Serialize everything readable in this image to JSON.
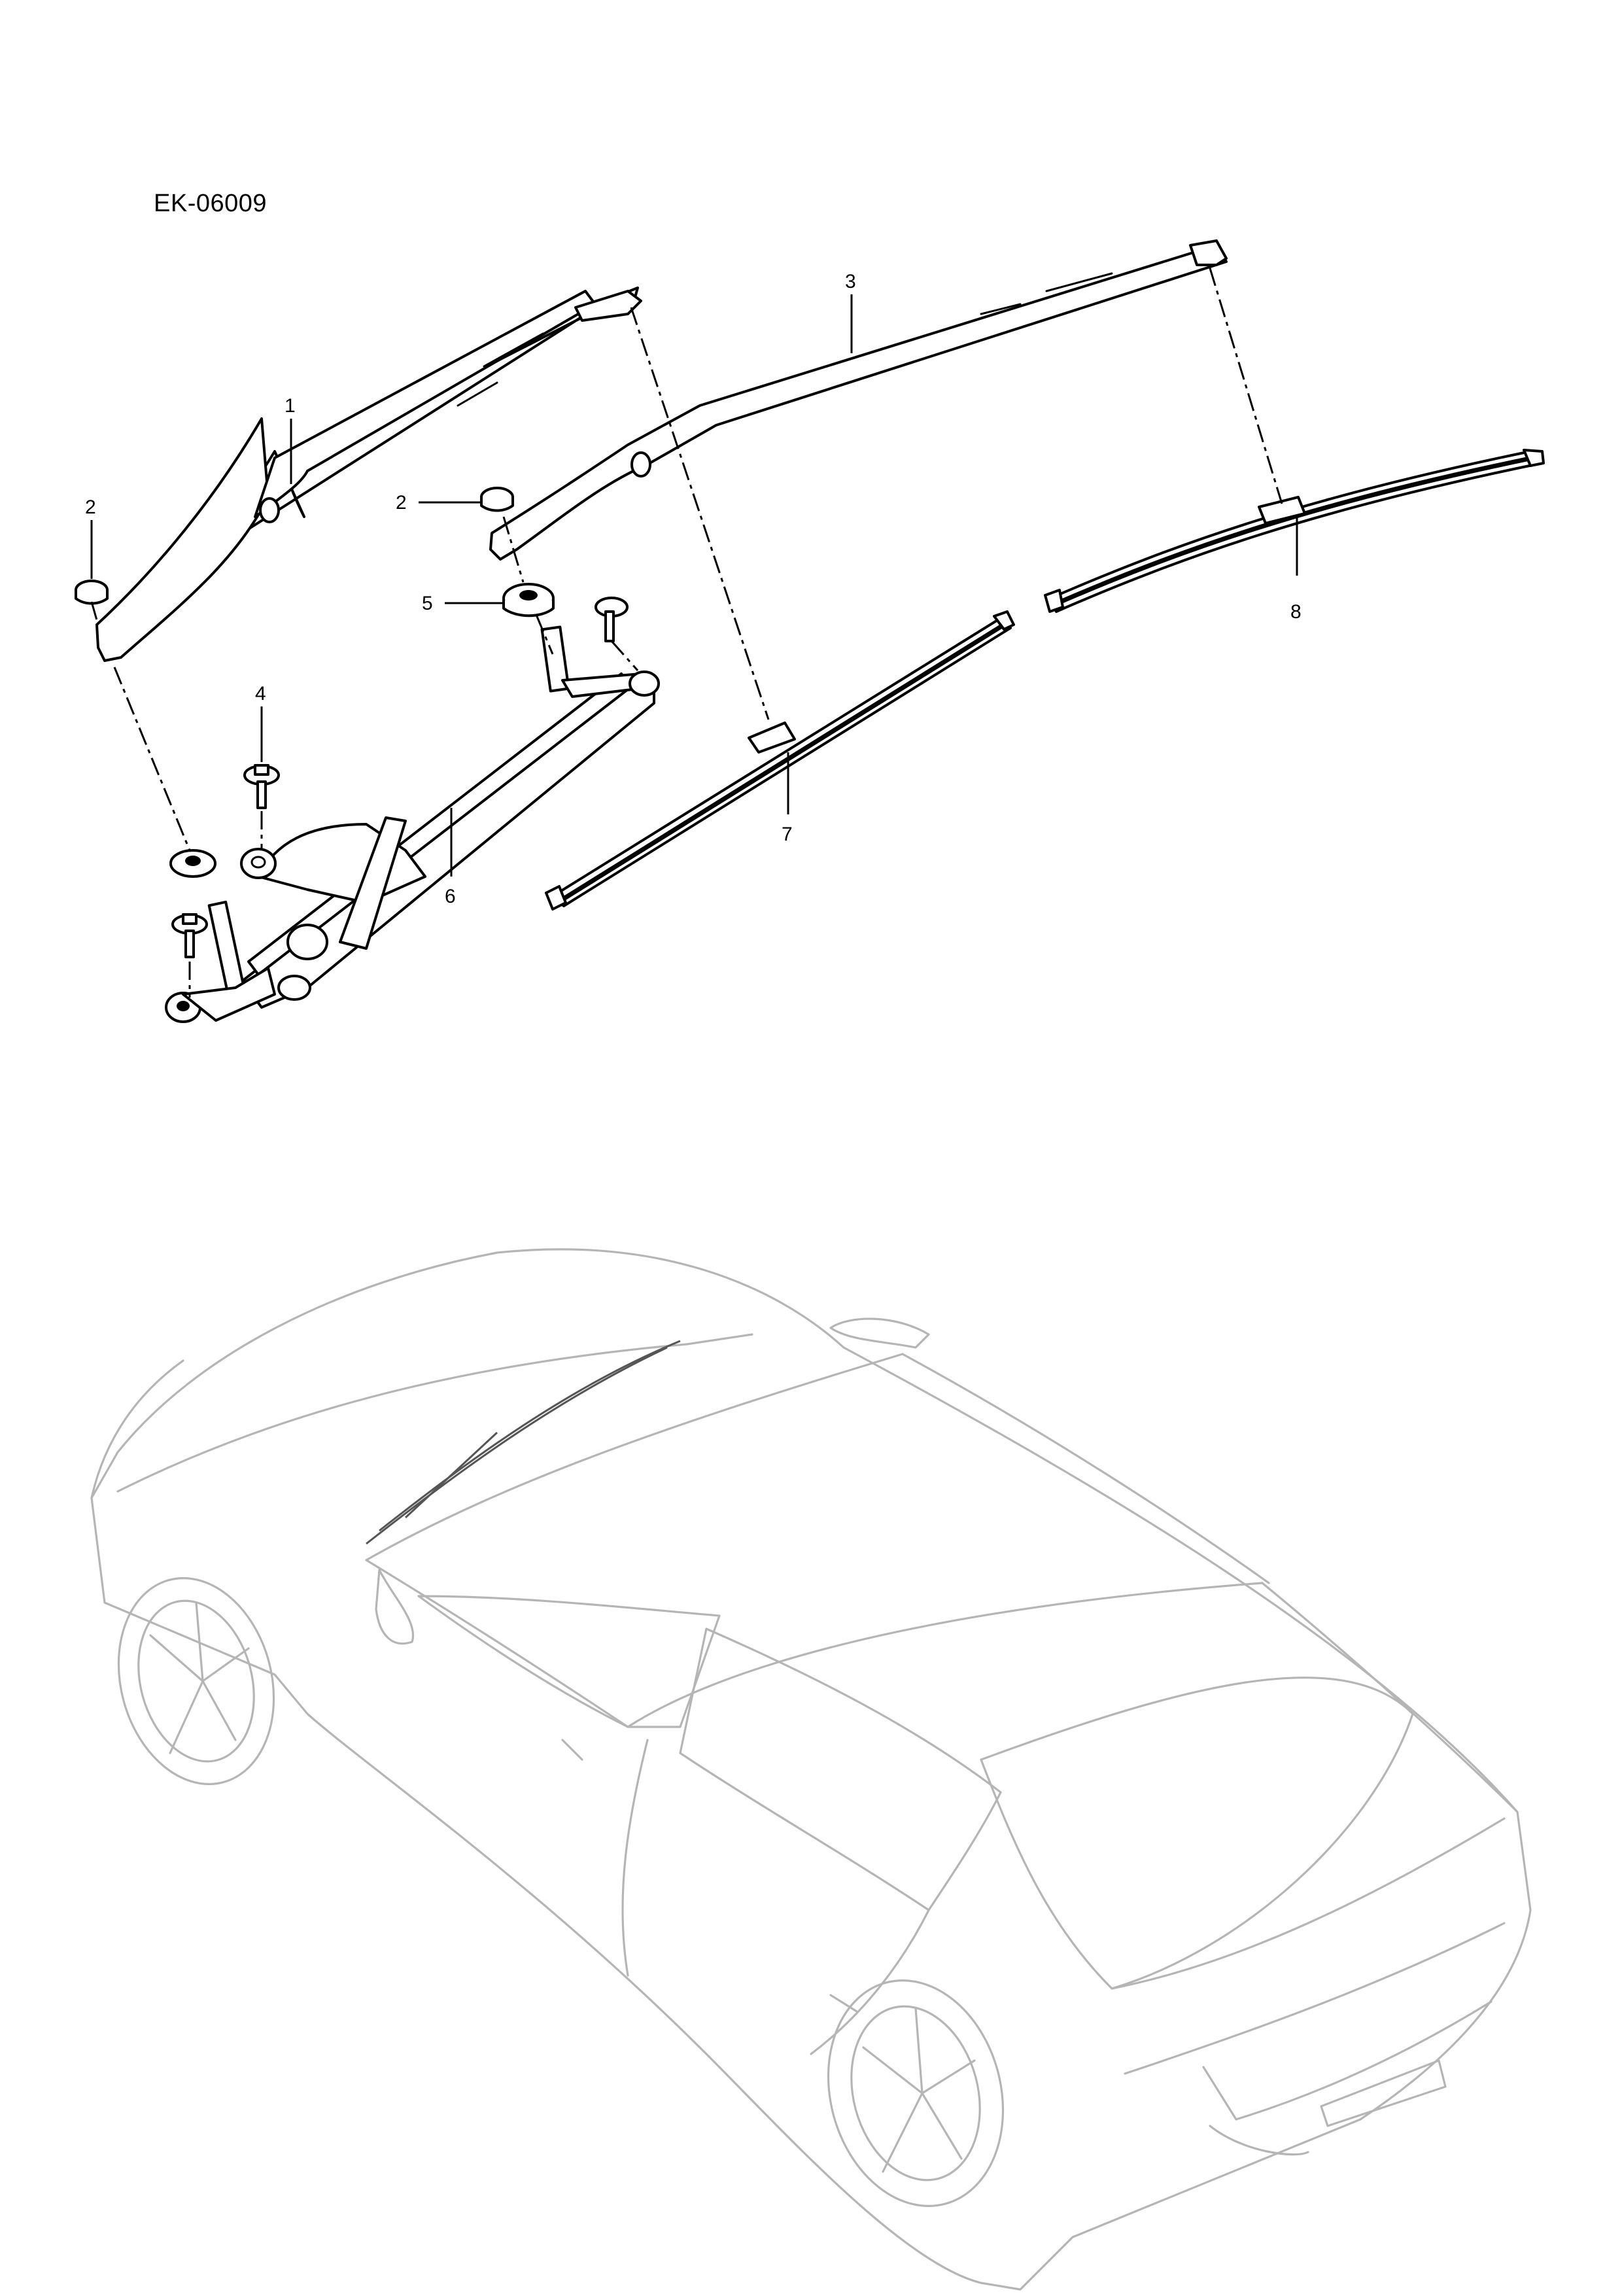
{
  "document": {
    "code": "EK-06009",
    "type": "exploded parts diagram",
    "subject": "windshield wiper assembly"
  },
  "callouts": [
    {
      "id": "1",
      "label": "1",
      "part": "wiper arm (left)"
    },
    {
      "id": "2a",
      "label": "2",
      "part": "cap (left arm)"
    },
    {
      "id": "2b",
      "label": "2",
      "part": "cap (right arm)"
    },
    {
      "id": "3",
      "label": "3",
      "part": "wiper arm (right)"
    },
    {
      "id": "4",
      "label": "4",
      "part": "bolt"
    },
    {
      "id": "5",
      "label": "5",
      "part": "grommet/seal"
    },
    {
      "id": "6",
      "label": "6",
      "part": "wiper linkage with motor"
    },
    {
      "id": "7",
      "label": "7",
      "part": "wiper blade (short)"
    },
    {
      "id": "8",
      "label": "8",
      "part": "wiper blade (long)"
    }
  ],
  "colors": {
    "line": "#000000",
    "vehicle_outline": "#b5b5b5",
    "background": "#ffffff"
  }
}
